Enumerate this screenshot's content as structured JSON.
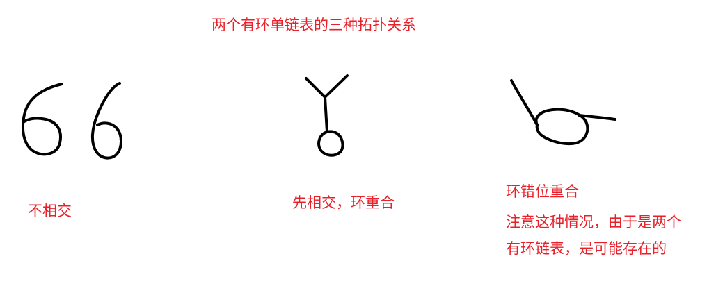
{
  "title": "两个有环单链表的三种拓扑关系",
  "cases": [
    {
      "caption_lines": [
        "不相交"
      ]
    },
    {
      "caption_lines": [
        "先相交，环重合"
      ]
    },
    {
      "caption_lines": [
        "环错位重合",
        "注意这种情况，由于是两个",
        "有环链表，是可能存在的"
      ]
    }
  ],
  "colors": {
    "text": "#e8202a",
    "ink": "#000000",
    "background": "#ffffff"
  }
}
